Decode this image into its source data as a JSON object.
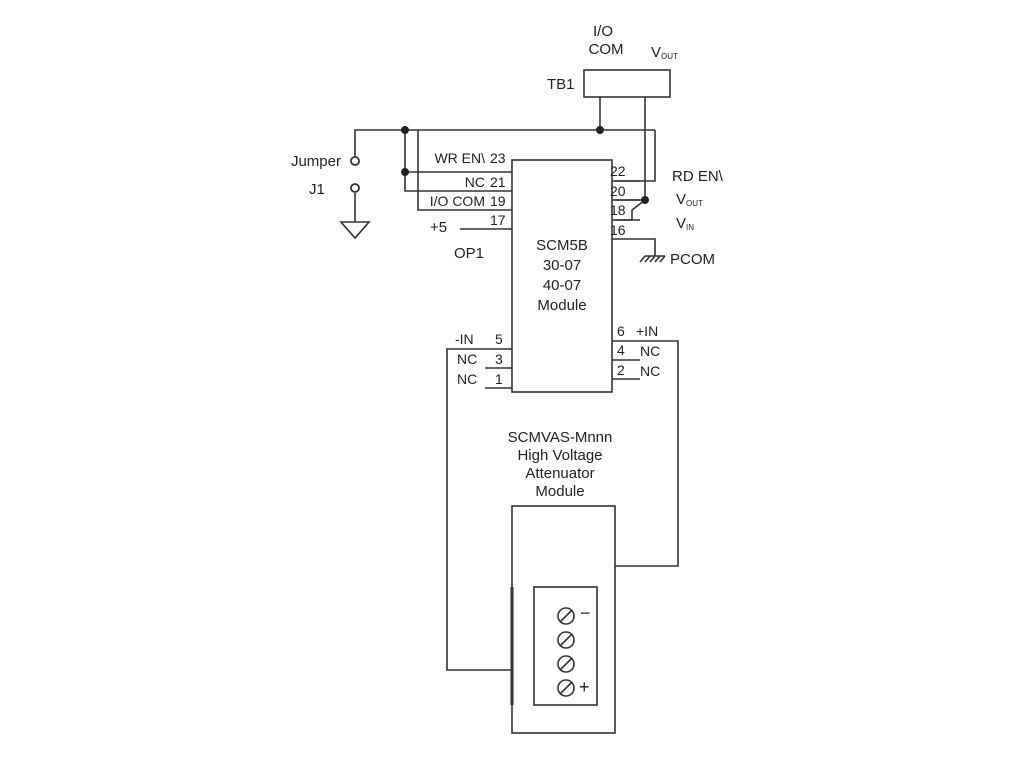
{
  "tb1": {
    "io_label": "I/O",
    "com_label": "COM",
    "vout_main": "V",
    "vout_sub": "OUT",
    "name": "TB1"
  },
  "jumper": {
    "label": "Jumper",
    "id": "J1"
  },
  "module": {
    "lines": [
      "SCM5B",
      "30-07",
      "40-07",
      "Module"
    ]
  },
  "op1_label": "OP1",
  "plus5_label": "+5",
  "pcom_label": "PCOM",
  "left_top_pins": [
    {
      "signal": "WR EN\\",
      "number": "23"
    },
    {
      "signal": "NC",
      "number": "21"
    },
    {
      "signal": "I/O COM",
      "number": "19"
    },
    {
      "signal": "",
      "number": "17"
    }
  ],
  "right_top_pins": [
    {
      "number": "22",
      "signal": "RD EN\\"
    },
    {
      "number": "20",
      "signal_main": "V",
      "signal_sub": "OUT"
    },
    {
      "number": "18",
      "signal_main": "V",
      "signal_sub": "IN"
    },
    {
      "number": "16",
      "signal": ""
    }
  ],
  "left_bottom_pins": [
    {
      "signal": "-IN",
      "number": "5"
    },
    {
      "signal": "NC",
      "number": "3"
    },
    {
      "signal": "NC",
      "number": "1"
    }
  ],
  "right_bottom_pins": [
    {
      "number": "6",
      "signal": "+IN"
    },
    {
      "number": "4",
      "signal": "NC"
    },
    {
      "number": "2",
      "signal": "NC"
    }
  ],
  "attenuator": {
    "lines": [
      "SCMVAS-Mnnn",
      "High Voltage",
      "Attenuator",
      "Module"
    ],
    "terminal_minus": "−",
    "terminal_plus": "+"
  }
}
